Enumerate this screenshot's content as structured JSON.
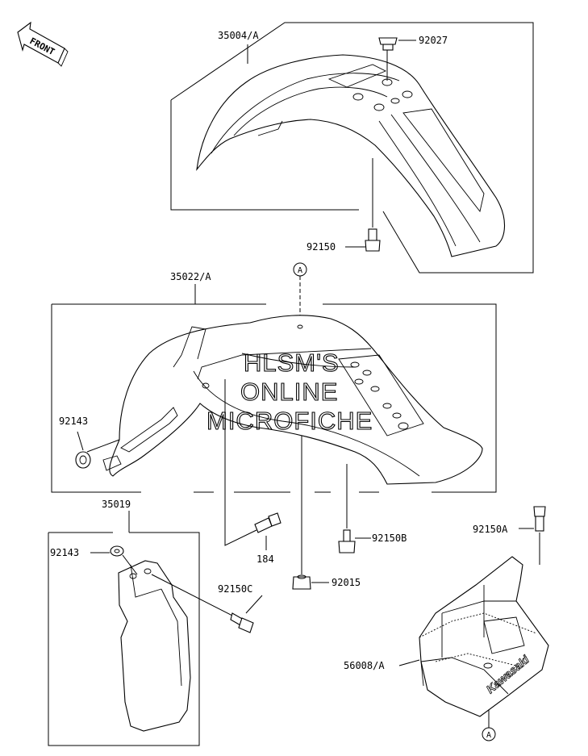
{
  "front_label": "FRONT",
  "watermark": {
    "line1": "HLSM'S",
    "line2": "ONLINE",
    "line3": "MICROFICHE"
  },
  "parts": {
    "p35004": "35004/A",
    "p92027": "92027",
    "p92150": "92150",
    "p35022": "35022/A",
    "p92143_top": "92143",
    "p35019": "35019",
    "p92143_guard": "92143",
    "p92150C": "92150C",
    "p184": "184",
    "p92150B": "92150B",
    "p92015": "92015",
    "p92150A": "92150A",
    "p56008": "56008/A"
  },
  "ref_markers": {
    "top": "A",
    "bottom": "A"
  },
  "bag_brand": "Kawasaki"
}
